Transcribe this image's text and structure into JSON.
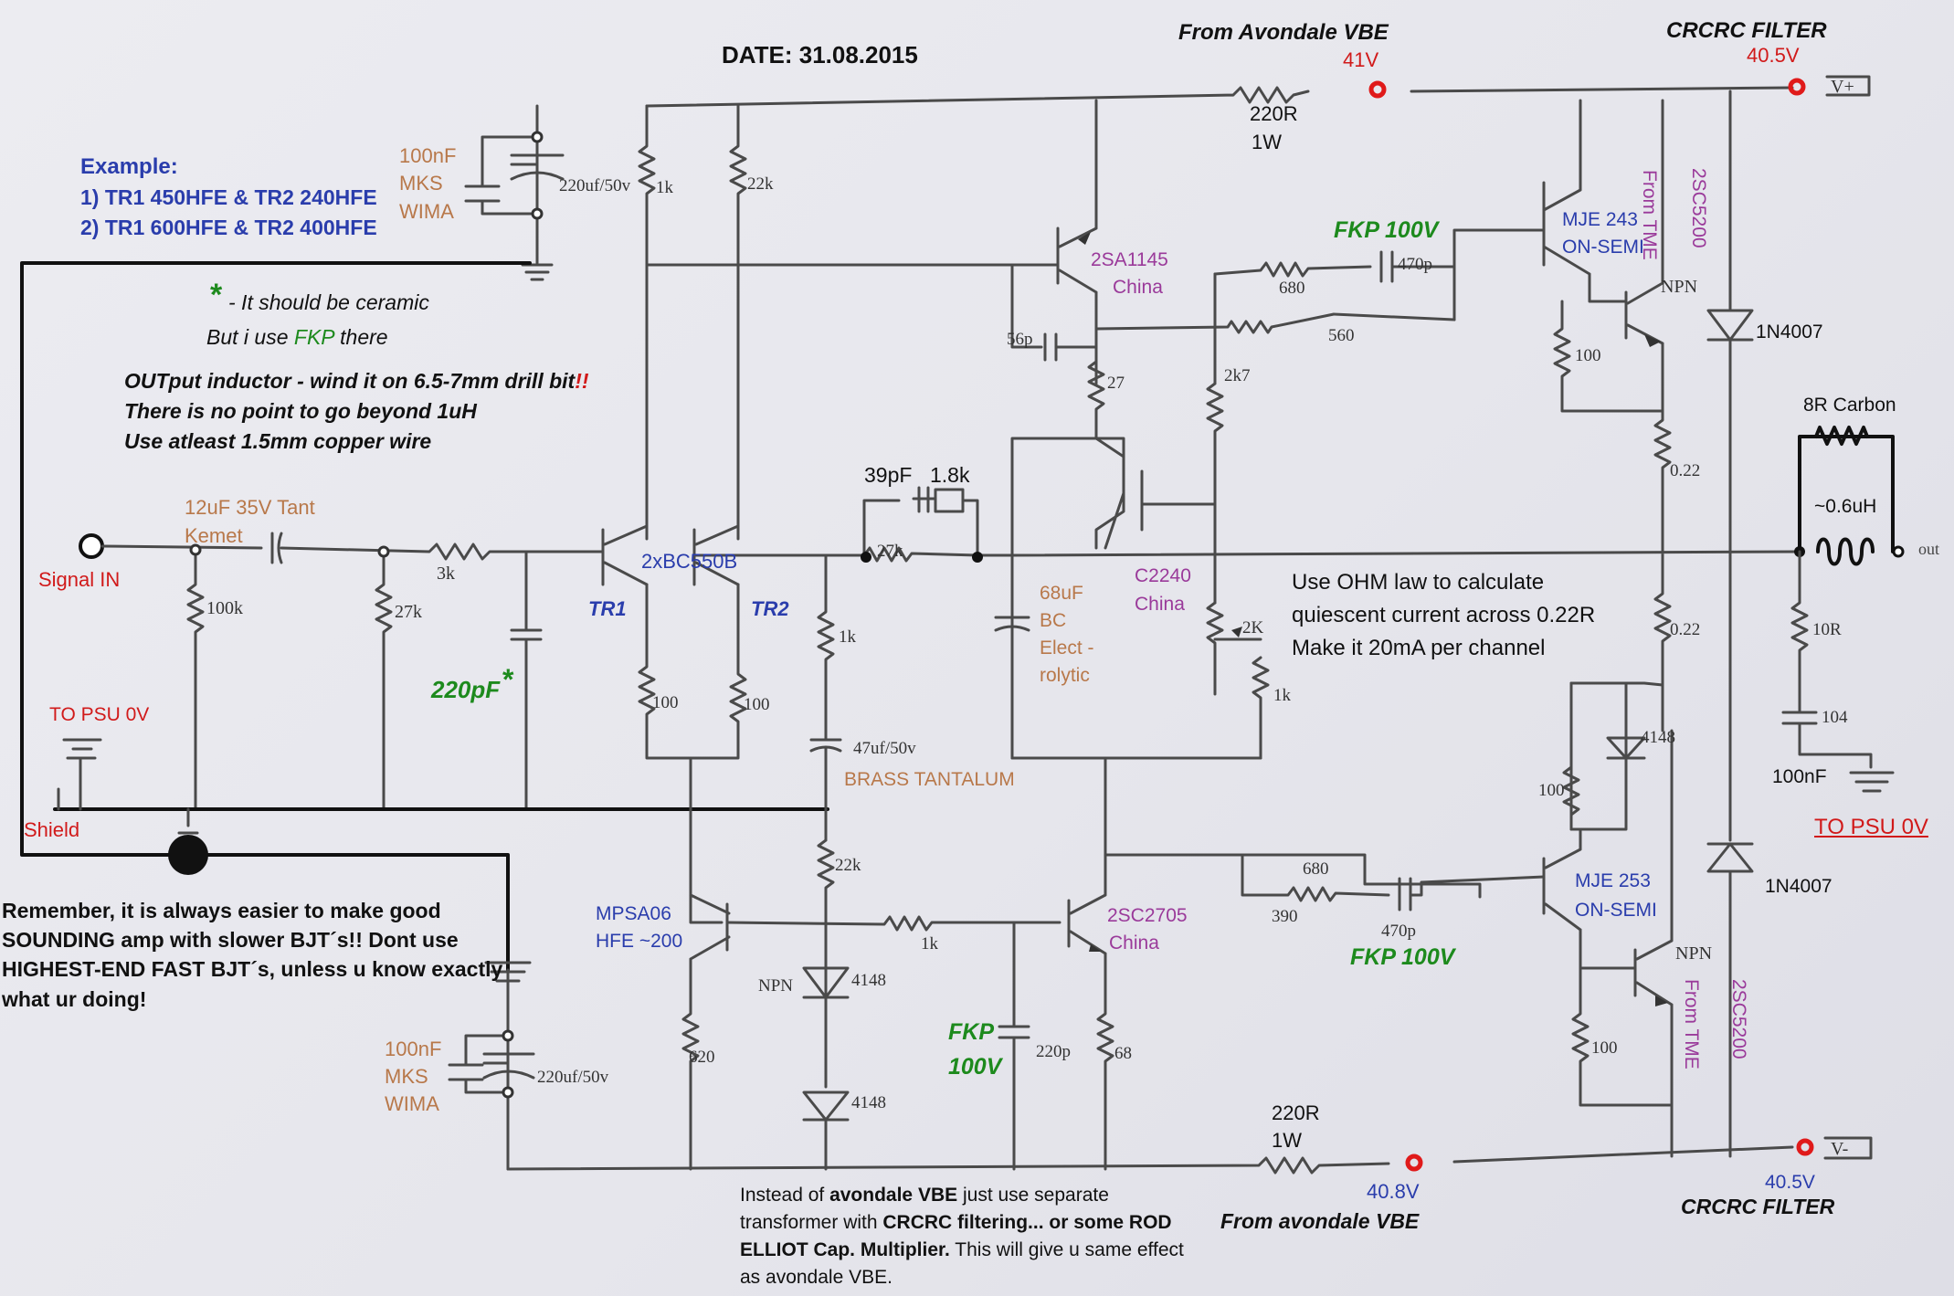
{
  "header": {
    "date": "DATE: 31.08.2015",
    "from_vbe_top": "From Avondale VBE",
    "v41": "41V",
    "r220_top": "220R",
    "w1_top": "1W",
    "crcrc_top": "CRCRC FILTER",
    "v405_top": "40.5V",
    "vplus": "V+"
  },
  "notes_left": {
    "example": "Example:",
    "ex1": "1) TR1 450HFE & TR2 240HFE",
    "ex2": "2) TR1 600HFE & TR2 400HFE",
    "star": "*",
    "ceramic": " - It should be ceramic",
    "but_i_use": "But i use ",
    "fkp": "FKP",
    "there": " there",
    "inductor1": "OUTput inductor - wind it on 6.5-7mm drill bit",
    "inductor1_ex": "!!",
    "inductor2": "There is no point to go beyond 1uH",
    "inductor3": "Use atleast 1.5mm copper wire"
  },
  "input": {
    "signal_in": "Signal IN",
    "cap": "12uF 35V Tant",
    "cap_brand": "Kemet",
    "r100k": "100k",
    "r3k": "3k",
    "r27k": "27k",
    "c220pf": "220pF",
    "c220pf_star": "*",
    "to_psu": "TO PSU 0V",
    "shield": "Shield"
  },
  "top_decoupling": {
    "c100nf": "100nF",
    "mks": "MKS",
    "wima": "WIMA",
    "c220uf": "220uf/50v",
    "r1k": "1k",
    "r22k": "22k"
  },
  "diff_pair": {
    "part": "2xBC550B",
    "tr1": "TR1",
    "tr2": "TR2",
    "r100_1": "100",
    "r100_2": "100",
    "r1k": "1k",
    "c47uf": "47uf/50v",
    "brass": "BRASS TANTALUM",
    "r22k": "22k",
    "c39pf": "39pF",
    "r1_8k": "1.8k",
    "r27k_fb": "27k"
  },
  "vas": {
    "q_top": "2SA1145",
    "q_top_origin": "China",
    "c56p": "56p",
    "r27": "27",
    "r2k7": "2k7",
    "q_vbe": "C2240",
    "q_vbe_origin": "China",
    "c68uf_1": "68uF",
    "c68uf_2": "BC",
    "c68uf_3": "Elect -",
    "c68uf_4": "rolytic",
    "pot2k": "2K",
    "r1k": "1k",
    "q_bot": "2SC2705",
    "q_bot_origin": "China",
    "fkp_c": "FKP",
    "fkp_v": "100V",
    "c220p": "220p",
    "r68": "68",
    "mpsa": "MPSA06",
    "mpsa_hfe": "HFE ~200",
    "r1k_bias": "1k",
    "npn": "NPN",
    "d4148_1": "4148",
    "d4148_2": "4148",
    "r620": "620"
  },
  "output": {
    "fkp_top": "FKP 100V",
    "c470p_top": "470p",
    "r680_top": "680",
    "r560": "560",
    "mje243": "MJE 243",
    "onsemi_top": "ON-SEMI",
    "from_tme_top": "From TME",
    "sc5200_top": "2SC5200",
    "npn_top": "NPN",
    "r100_top": "100",
    "r022_top": "0.22",
    "d1n4007_top": "1N4007",
    "quiescent1": "Use OHM law to calculate",
    "quiescent2": "quiescent current across 0.22R",
    "quiescent3": "Make it 20mA per channel",
    "r022_bot": "0.22",
    "d4148": "4148",
    "r100_mid": "100",
    "r680_bot": "680",
    "r390": "390",
    "c470p_bot": "470p",
    "fkp_bot": "FKP 100V",
    "mje253": "MJE 253",
    "onsemi_bot": "ON-SEMI",
    "npn_bot": "NPN",
    "from_tme_bot": "From TME",
    "sc5200_bot": "2SC5200",
    "r100_bot": "100",
    "d1n4007_bot": "1N4007"
  },
  "zobel": {
    "r8": "8R Carbon",
    "l06": "~0.6uH",
    "out": "out",
    "r10": "10R",
    "c104": "104",
    "c100nf": "100nF",
    "to_psu": "TO PSU 0V"
  },
  "bottom": {
    "remember1": "Remember, it is always easier to make good",
    "remember2": "SOUNDING amp with slower BJT´s!! Dont use",
    "remember3": "HIGHEST-END FAST BJT´s, unless u know exactly",
    "remember4": "what ur doing!",
    "c100nf": "100nF",
    "mks": "MKS",
    "wima": "WIMA",
    "c220uf": "220uf/50v",
    "r220": "220R",
    "w1": "1W",
    "v408": "40.8V",
    "from_vbe": "From avondale VBE",
    "instead_1a": "Instead of ",
    "instead_1b": "avondale VBE",
    "instead_1c": " just use separate",
    "instead_2a": "transformer with ",
    "instead_2b": "CRCRC filtering... or some ROD",
    "instead_3a": "ELLIOT Cap. Multiplier.",
    "instead_3b": " This will give u same effect",
    "instead_4": "as avondale VBE.",
    "v405": "40.5V",
    "crcrc": "CRCRC FILTER",
    "vminus": "V-"
  }
}
